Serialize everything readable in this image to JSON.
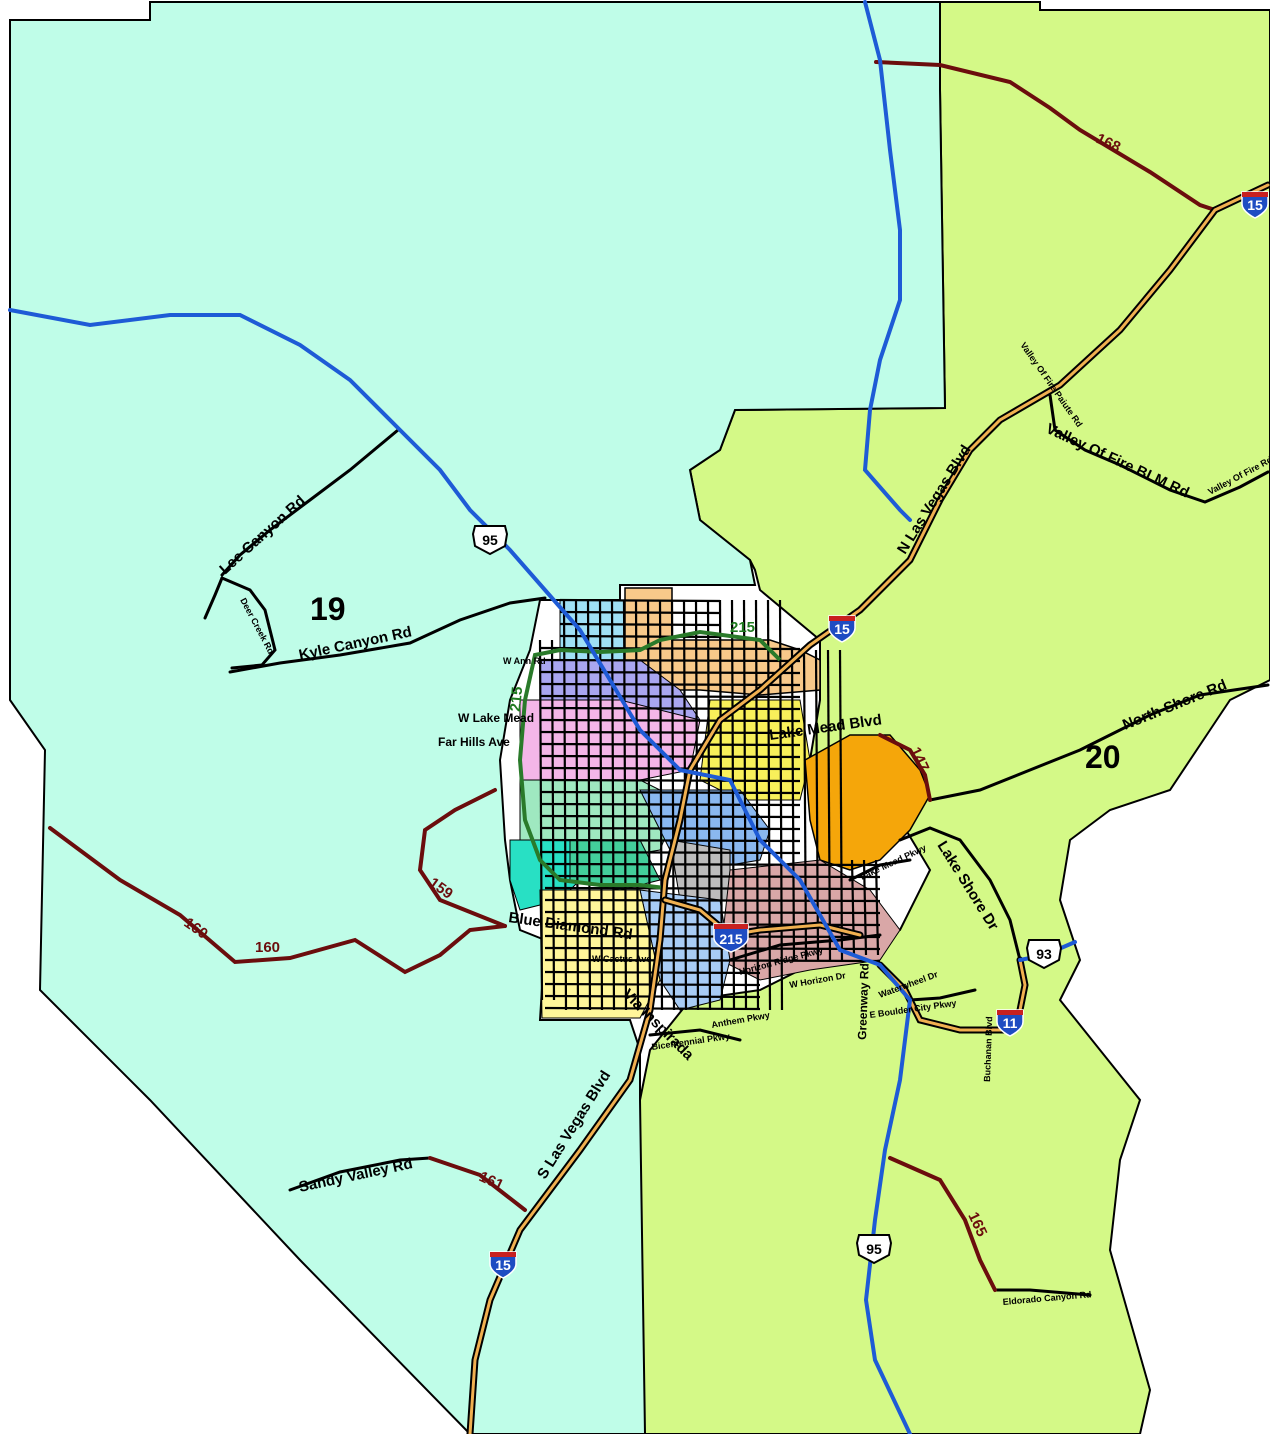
{
  "colors": {
    "district19": "#bffde8",
    "district20": "#d4f987",
    "us_highway": "#1e5bd6",
    "state_route": "#6b0d0d",
    "interstate": "#f0b050",
    "roads": "#000000"
  },
  "districts": [
    {
      "id": "d19",
      "label": "19"
    },
    {
      "id": "d20",
      "label": "20"
    }
  ],
  "roads": {
    "lee_canyon": "Lee Canyon Rd",
    "deer_creek": "Deer Creek Rd",
    "kyle_canyon": "Kyle Canyon Rd",
    "w_lake_mead": "W Lake Mead",
    "far_hills": "Far Hills Ave",
    "w_ann": "W Ann Rd",
    "lake_mead_blvd": "Lake Mead Blvd",
    "north_shore": "North Shore Rd",
    "lake_shore": "Lake Shore Dr",
    "n_las_vegas": "N Las Vegas Blvd",
    "valley_fire_paiute": "Valley Of Fire Paiute Rd",
    "valley_fire_blm": "Valley Of Fire BLM Rd",
    "valley_fire_rd": "Valley Of Fire Rd",
    "blue_diamond": "Blue Diamond Rd",
    "w_cactus": "W Cactus Ave",
    "via_inspirada": "Via Inspirada",
    "s_las_vegas": "S Las Vegas Blvd",
    "sandy_valley": "Sandy Valley Rd",
    "horizon_ridge": "Horizon Ridge Pkwy",
    "w_horizon": "W Horizon Dr",
    "anthem": "Anthem Pkwy",
    "bicentennial": "Bicentennial Pkwy",
    "greenway": "Greenway Rd",
    "waterwheel": "Waterwheel Dr",
    "e_boulder_city": "E Boulder City Pkwy",
    "buchanan": "Buchanan Blvd",
    "eldorado_canyon": "Eldorado Canyon Rd",
    "lake_mead_pkwy": "Lake Mead Pkwy"
  },
  "state_routes": {
    "r168": "168",
    "r160a": "160",
    "r160b": "160",
    "r159": "159",
    "r161": "161",
    "r165": "165",
    "r147": "147",
    "r215a": "215",
    "r215b": "215"
  },
  "shields": {
    "i15_ne": "15",
    "i15_mid": "15",
    "i15_sw": "15",
    "i215": "215",
    "i11": "11",
    "us95_n": "95",
    "us95_s": "95",
    "us93": "93"
  }
}
